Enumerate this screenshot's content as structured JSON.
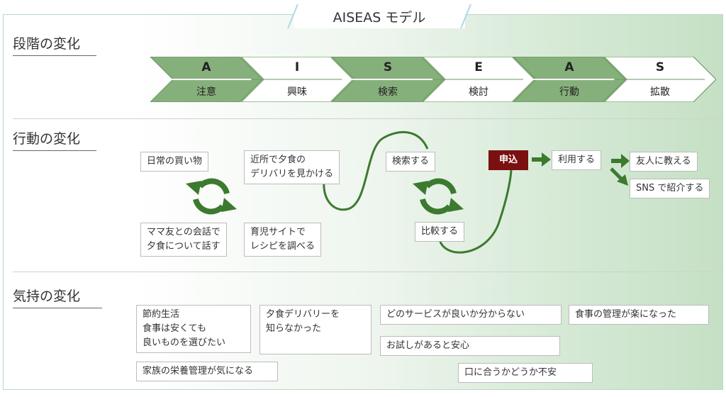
{
  "title": "AISEAS モデル",
  "sections": {
    "stage": "段階の変化",
    "action": "行動の変化",
    "feeling": "気持の変化"
  },
  "stages": [
    {
      "letter": "A",
      "word": "注意",
      "style": "dark"
    },
    {
      "letter": "I",
      "word": "興味",
      "style": "light"
    },
    {
      "letter": "S",
      "word": "検索",
      "style": "dark"
    },
    {
      "letter": "E",
      "word": "検討",
      "style": "light"
    },
    {
      "letter": "A",
      "word": "行動",
      "style": "dark"
    },
    {
      "letter": "S",
      "word": "拡散",
      "style": "light"
    }
  ],
  "actions": {
    "daily_shopping": "日常の買い物",
    "mama_friend_1": "ママ友との会話で",
    "mama_friend_2": "夕食について話す",
    "delivery_1": "近所で夕食の",
    "delivery_2": "デリバリを見かける",
    "childcare_1": "育児サイトで",
    "childcare_2": "レシピを調べる",
    "search": "検索する",
    "compare": "比較する",
    "apply": "申込",
    "use": "利用する",
    "tell_friend": "友人に教える",
    "sns": "SNS で紹介する"
  },
  "feelings": {
    "saving_1": "節約生活",
    "saving_2": "食事は安くても",
    "saving_3": "良いものを選びたい",
    "not_know_1": "夕食デリバリーを",
    "not_know_2": "知らなかった",
    "which_service": "どのサービスが良いか分からない",
    "trial": "お試しがあると安心",
    "easier": "食事の管理が楽になった",
    "family": "家族の栄養管理が気になる",
    "taste": "口に合うかどうか不安"
  },
  "colors": {
    "chevron_dark": "#86b07b",
    "chevron_light": "#ffffff",
    "chevron_border": "#6a9a60",
    "flow_green": "#3c7a2f",
    "apply_red": "#7b1010"
  }
}
